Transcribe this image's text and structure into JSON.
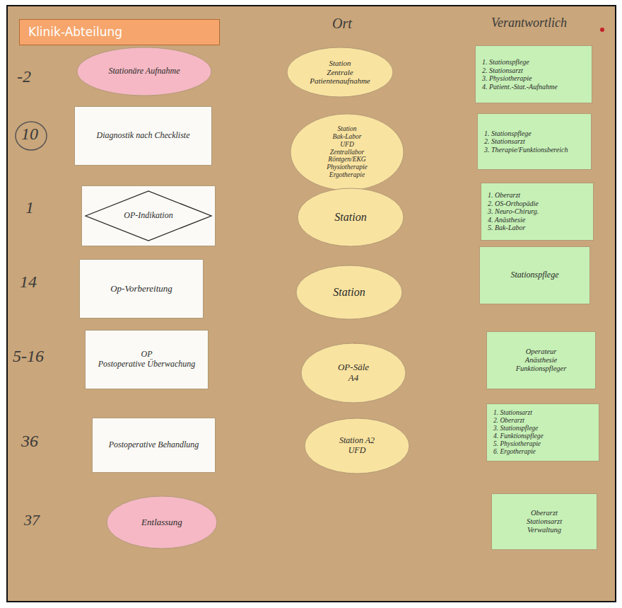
{
  "diagram": {
    "title": "Klinik-Abteilung",
    "nodes": [
      {
        "text": [
          "Stationäre Aufnahme"
        ]
      },
      {
        "text": [
          "Station",
          "Zentrale Patientenaufnahme"
        ]
      },
      {
        "text": [
          "1. Stationspflege",
          "2. Stationsarzt",
          "3. Physiotherapie",
          "4. Patient.-Stat.-Aufnahme"
        ]
      },
      {
        "text": [
          "Diagnostik nach Checkliste"
        ]
      },
      {
        "text": [
          "Station",
          "Bak-Labor",
          "UFD",
          "Zentrallabor",
          "Röntgen/EKG",
          "Physiotherapie",
          "Ergotherapie"
        ]
      },
      {
        "text": [
          "1. Stationspflege",
          "2. Stationsarzt",
          "3. Therapie/Funktionsbereich"
        ]
      },
      {
        "text": [
          "OP-Indikation"
        ]
      },
      {
        "text": [
          "Station"
        ]
      },
      {
        "text": [
          "1. Oberarzt",
          "2. OS-Orthopädie",
          "3. Neuro-Chirurg.",
          "4. Anästhesie",
          "5. Bak-Labor"
        ]
      },
      {
        "text": [
          "Op-Vorbereitung"
        ]
      },
      {
        "text": [
          "Station"
        ]
      },
      {
        "text": [
          "Stationspflege"
        ]
      },
      {
        "text": [
          "OP",
          "Postoperative Überwachung"
        ]
      },
      {
        "text": [
          "OP-Säle",
          "A4"
        ]
      },
      {
        "text": [
          "Operateur",
          "Anästhesie",
          "Funktionspfleger"
        ]
      },
      {
        "text": [
          "Postoperative Behandlung"
        ]
      },
      {
        "text": [
          "Station A2",
          "UFD"
        ]
      },
      {
        "text": [
          "1. Stationsarzt",
          "2. Oberarzt",
          "3. Stationspflege",
          "4. Funktionspflege",
          "5. Physiotherapie",
          "6. Ergotherapie"
        ]
      },
      {
        "text": [
          "Entlassung"
        ]
      },
      {
        "text": [
          "Oberarzt",
          "Stationsarzt",
          "Verwaltung"
        ]
      }
    ],
    "labels": [
      "Ort",
      "Verantwortlich",
      "-2",
      "10",
      "1",
      "14",
      "5-16",
      "36",
      "37"
    ]
  }
}
